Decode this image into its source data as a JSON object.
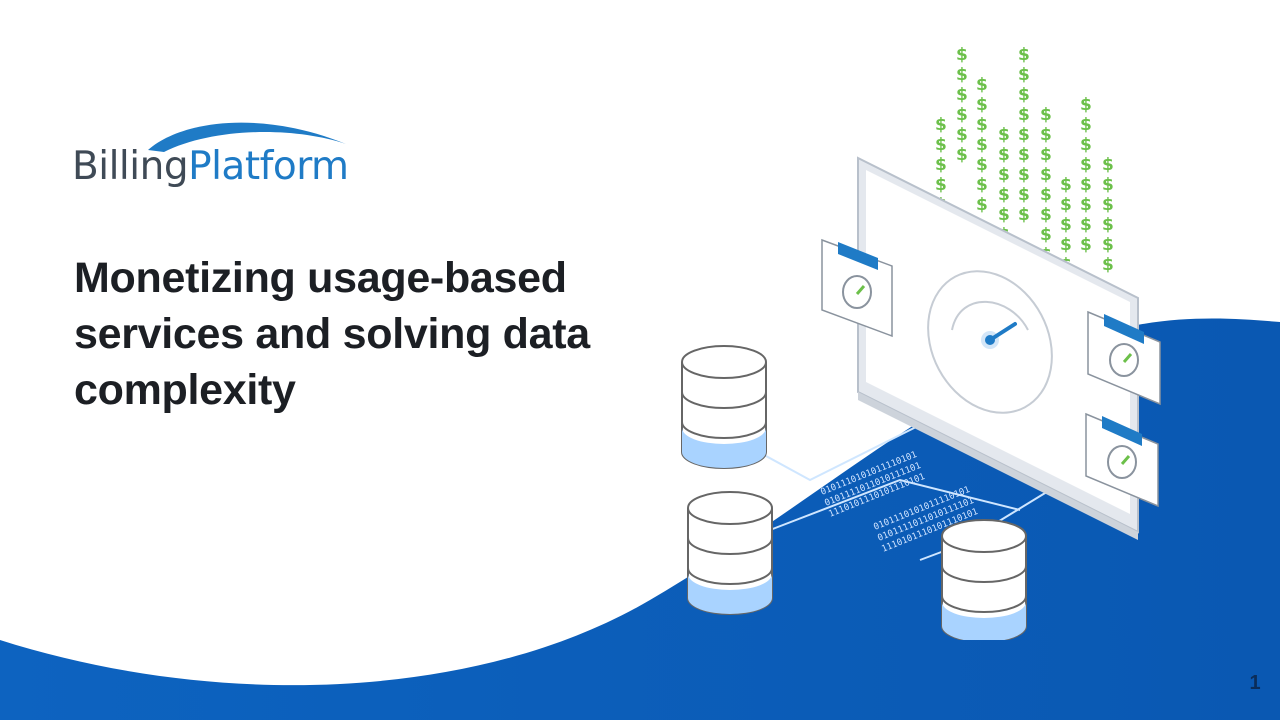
{
  "brand": {
    "name_part1": "Billing",
    "name_part2": "Platform",
    "color_dark": "#3f4a56",
    "color_blue": "#1f7bc6"
  },
  "slide": {
    "title": "Monetizing usage-based services and solving data complexity",
    "page_number": "1"
  },
  "colors": {
    "wave_blue": "#0a5cb8",
    "accent_green": "#6cc04a",
    "light_blue": "#cfe6ff"
  },
  "illustration": {
    "binary_rows": [
      "0101110101011110101",
      "0101111011010111101",
      "1110101110101110101"
    ],
    "dollar_glyph": "$",
    "icons": [
      "database-icon",
      "monitor-icon",
      "gauge-icon",
      "dollar-icon"
    ]
  }
}
